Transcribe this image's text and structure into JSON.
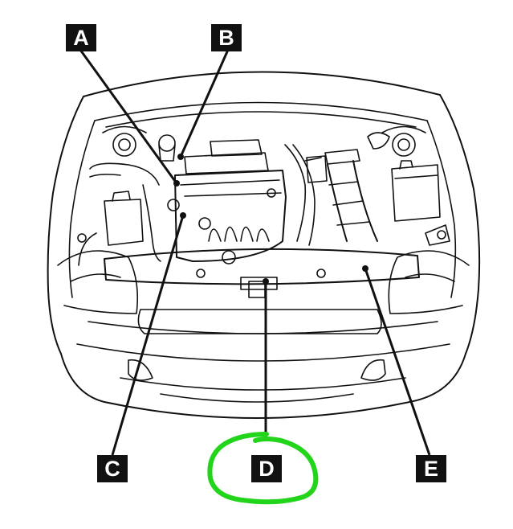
{
  "callouts": {
    "a": "A",
    "b": "B",
    "c": "C",
    "d": "D",
    "e": "E"
  },
  "highlight": {
    "target": "D",
    "color": "#22d41a"
  }
}
